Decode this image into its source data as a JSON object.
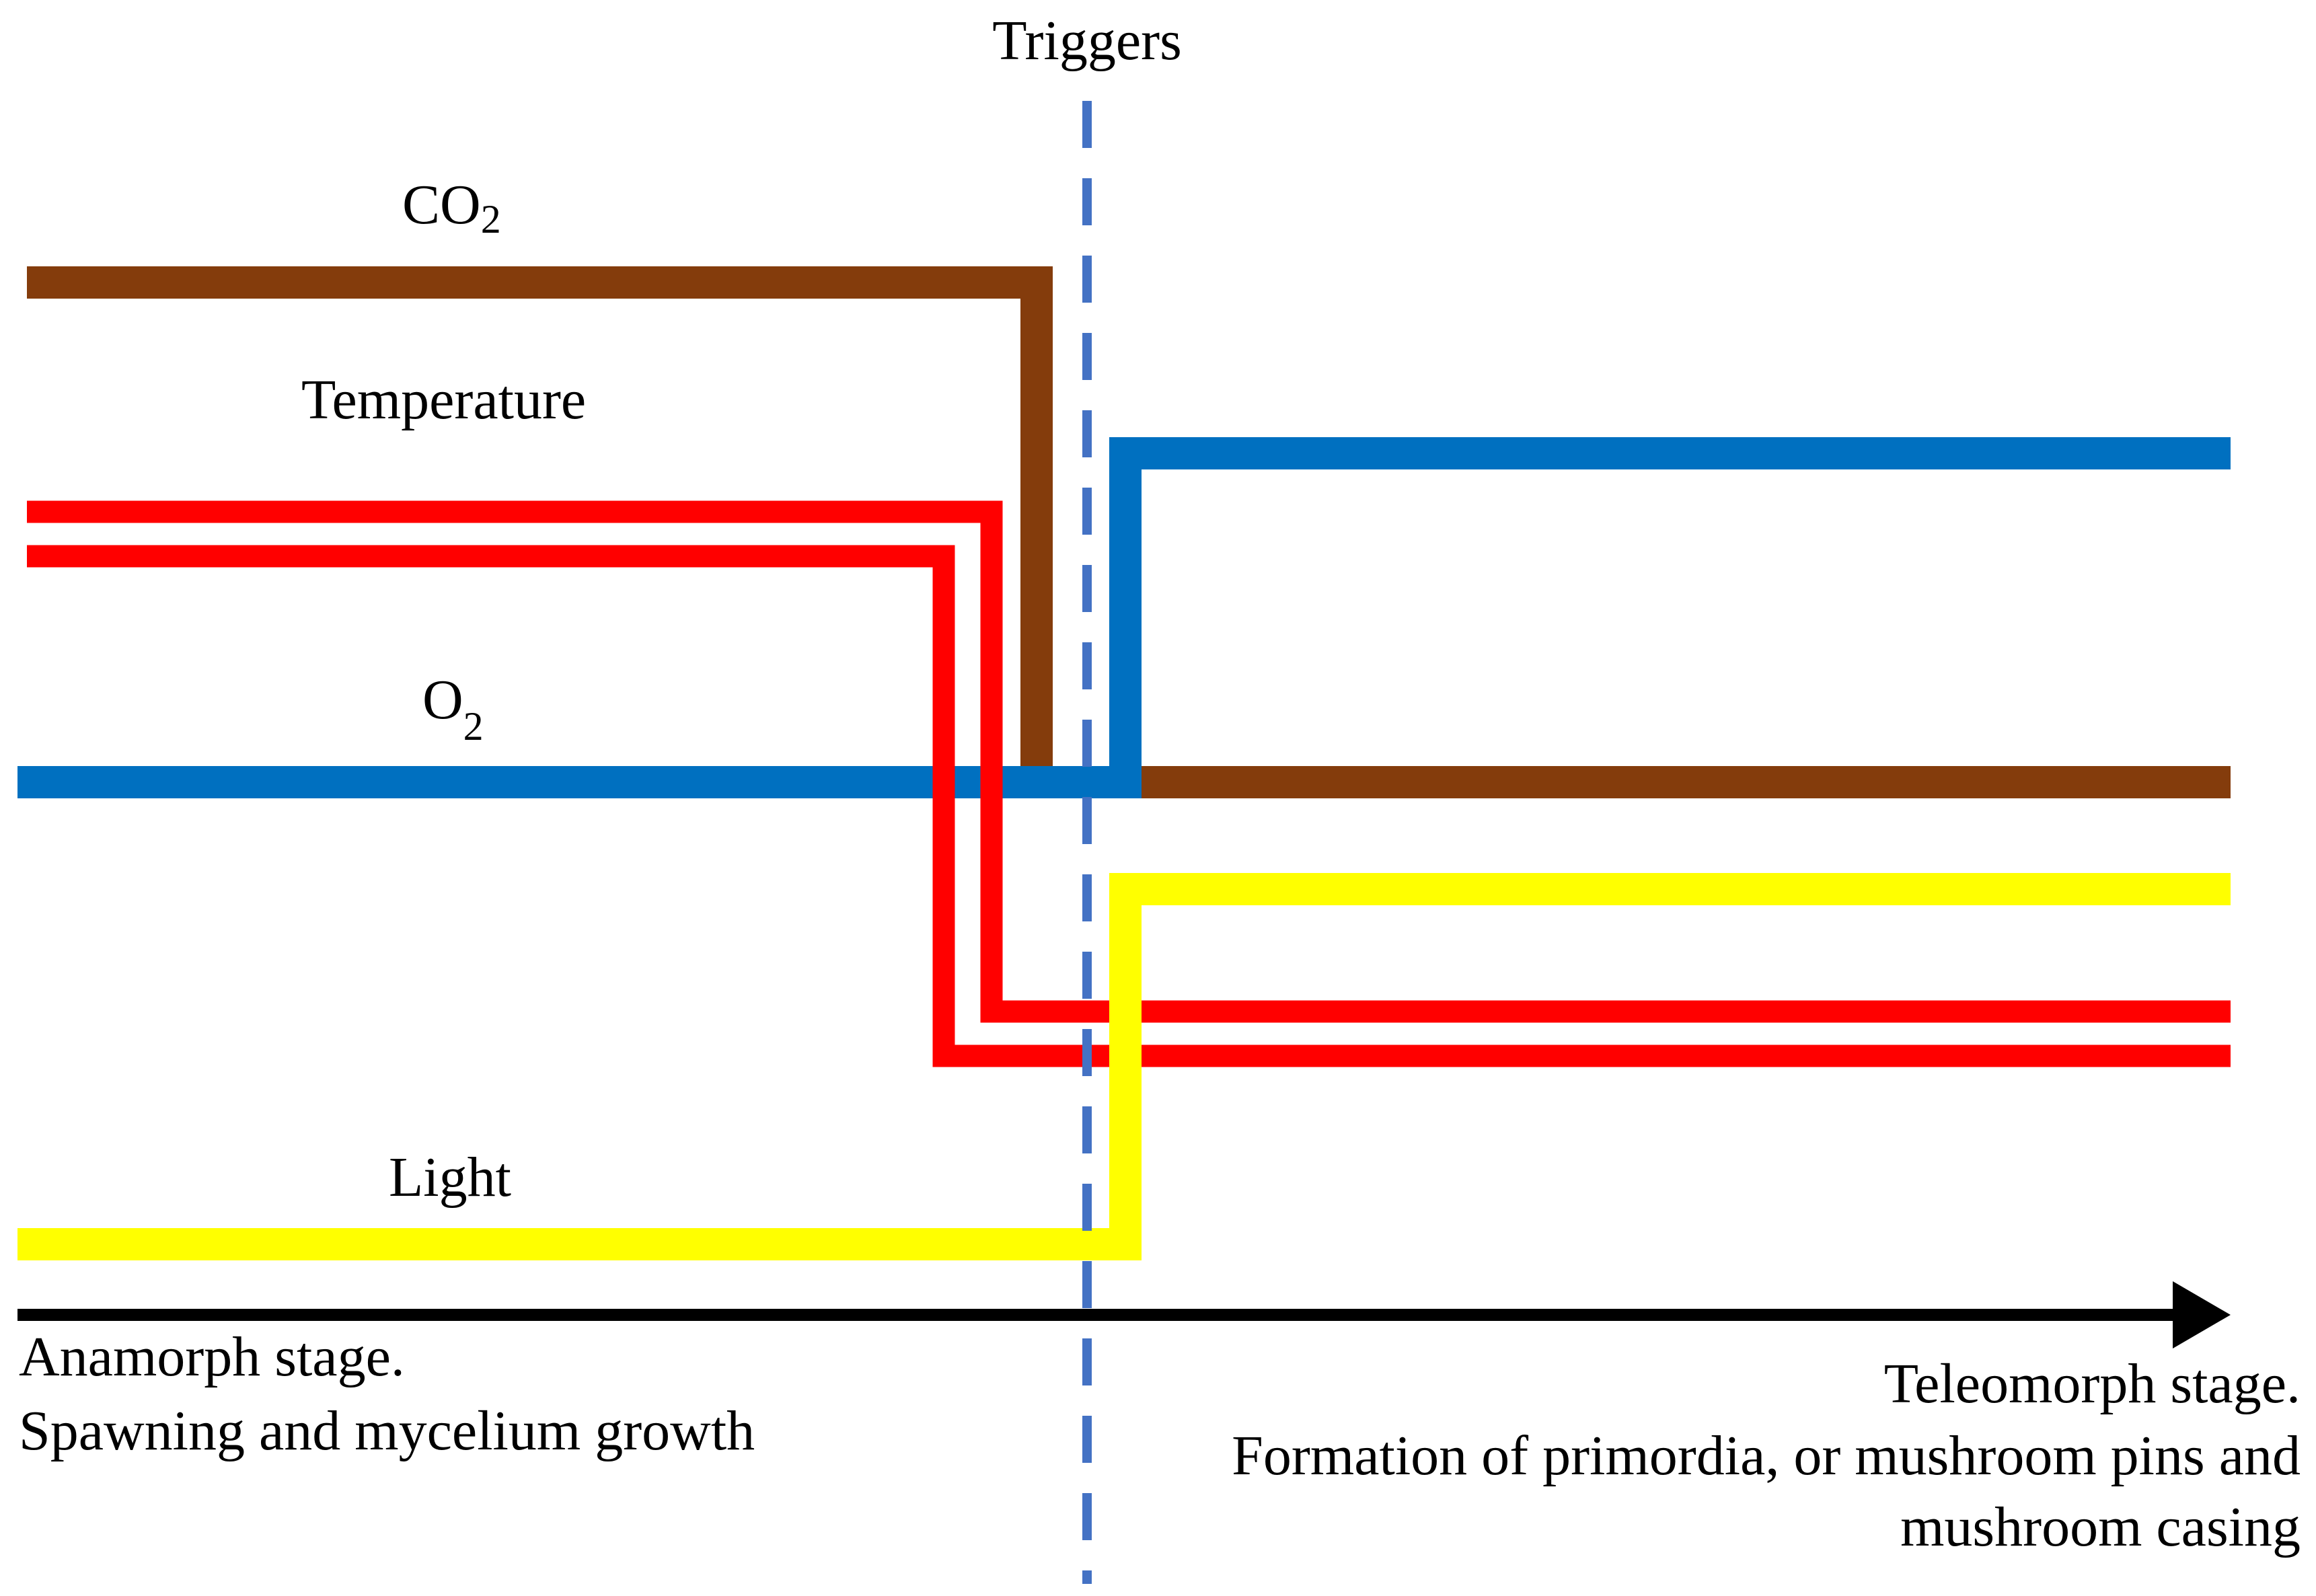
{
  "triggers_label": "Triggers",
  "labels": {
    "co2": {
      "main": "CO",
      "sub": "2"
    },
    "temperature": "Temperature",
    "o2": {
      "main": "O",
      "sub": "2"
    },
    "light": "Light"
  },
  "stages": {
    "left": {
      "line1": "Anamorph stage.",
      "line2": "Spawning and mycelium growth"
    },
    "right": {
      "line1": "Teleomorph stage.",
      "line2": "Formation of primordia, or mushroom pins and",
      "line3": "mushroom casing"
    }
  },
  "colors": {
    "co2": "#843C0C",
    "temperature": "#FF0000",
    "o2": "#0070C0",
    "light": "#FFFF00",
    "triggers_line": "#4472C4",
    "axis": "#000000"
  }
}
